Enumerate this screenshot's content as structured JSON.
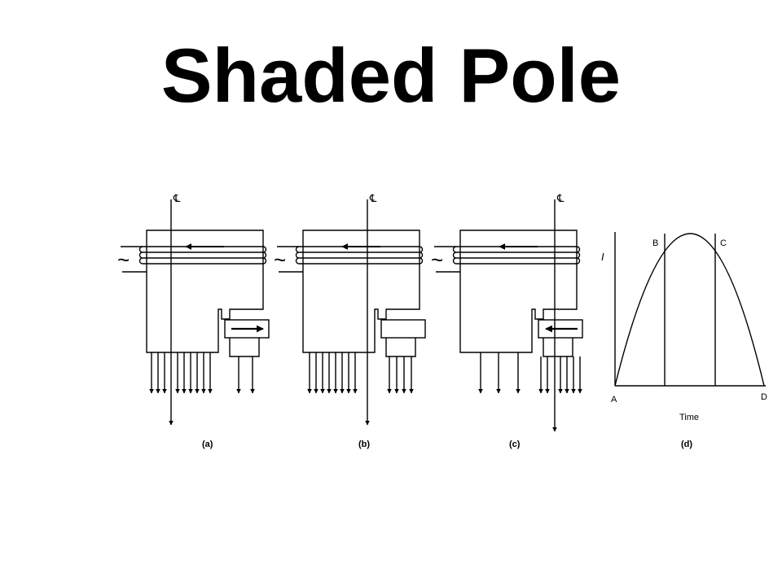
{
  "slide": {
    "title": "Shaded Pole"
  },
  "diagram": {
    "centerline_symbol": "℄",
    "ac_symbol": "~",
    "panels": [
      {
        "id": "a",
        "caption": "(a)"
      },
      {
        "id": "b",
        "caption": "(b)"
      },
      {
        "id": "c",
        "caption": "(c)"
      },
      {
        "id": "d",
        "caption": "(d)"
      }
    ],
    "graph": {
      "y_label": "I",
      "x_label": "Time",
      "points": {
        "A": "A",
        "B": "B",
        "C": "C",
        "D": "D"
      }
    }
  }
}
